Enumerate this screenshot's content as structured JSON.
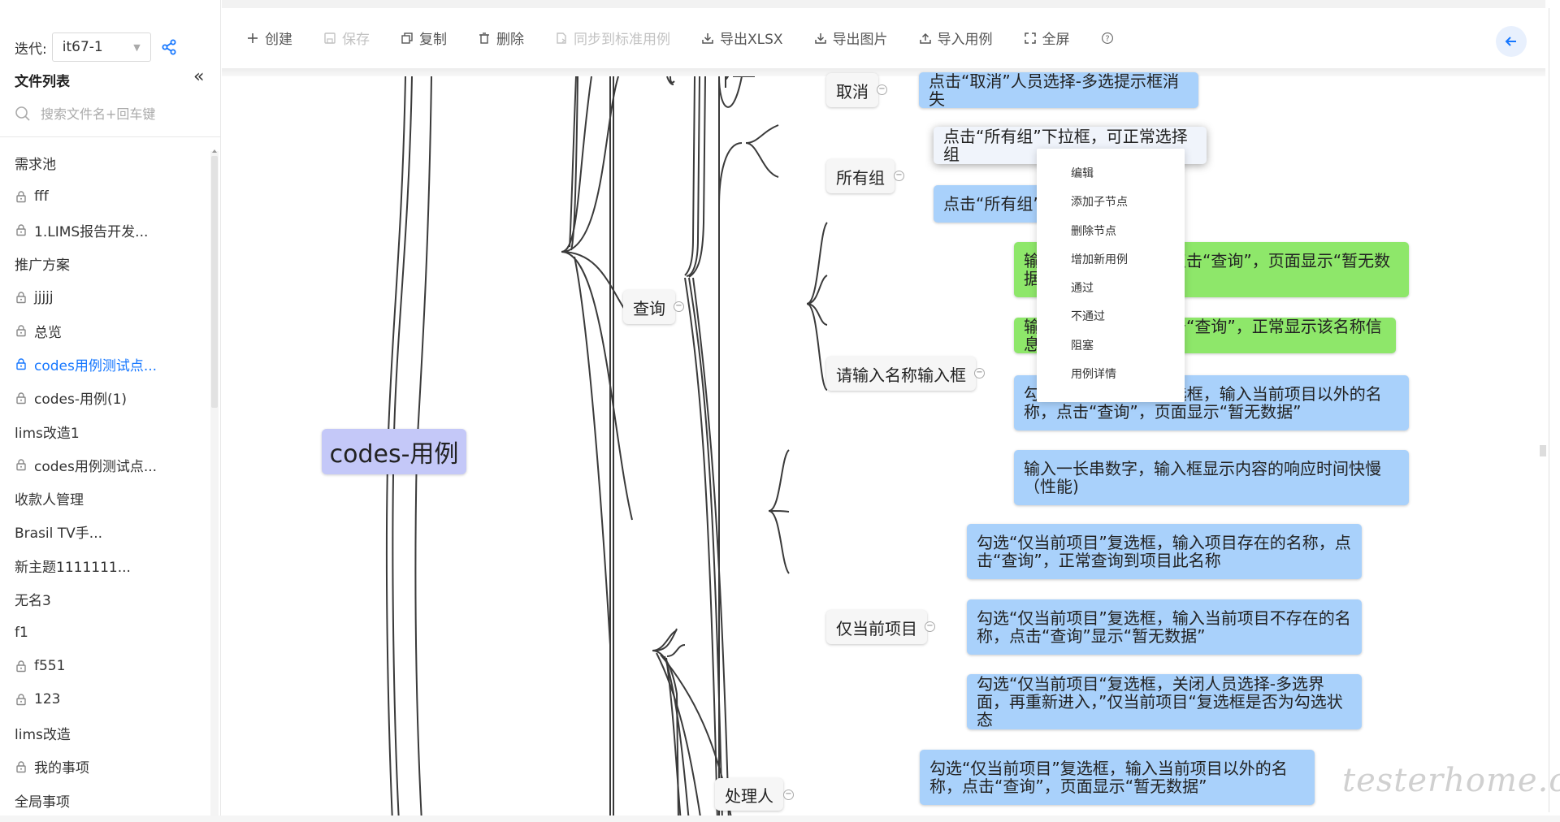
{
  "sidebar": {
    "iteration_label": "迭代:",
    "iteration_value": "it67-1",
    "file_list_title": "文件列表",
    "search_placeholder": "搜索文件名+回车键",
    "files": [
      {
        "name": "需求池",
        "locked": false,
        "active": false
      },
      {
        "name": "fff",
        "locked": true,
        "active": false
      },
      {
        "name": "1.LIMS报告开发...",
        "locked": true,
        "active": false
      },
      {
        "name": "推广方案",
        "locked": false,
        "active": false
      },
      {
        "name": "jjjjj",
        "locked": true,
        "active": false
      },
      {
        "name": "总览",
        "locked": true,
        "active": false
      },
      {
        "name": "codes用例测试点...",
        "locked": true,
        "active": true
      },
      {
        "name": "codes-用例(1)",
        "locked": true,
        "active": false
      },
      {
        "name": "lims改造1",
        "locked": false,
        "active": false
      },
      {
        "name": "codes用例测试点...",
        "locked": true,
        "active": false
      },
      {
        "name": "收款人管理",
        "locked": false,
        "active": false
      },
      {
        "name": "Brasil TV手...",
        "locked": false,
        "active": false
      },
      {
        "name": "新主题1111111...",
        "locked": false,
        "active": false
      },
      {
        "name": "无名3",
        "locked": false,
        "active": false
      },
      {
        "name": "f1",
        "locked": false,
        "active": false
      },
      {
        "name": "f551",
        "locked": true,
        "active": false
      },
      {
        "name": "123",
        "locked": true,
        "active": false
      },
      {
        "name": "lims改造",
        "locked": false,
        "active": false
      },
      {
        "name": "我的事项",
        "locked": true,
        "active": false
      },
      {
        "name": "全局事项",
        "locked": false,
        "active": false
      }
    ]
  },
  "toolbar": {
    "items": [
      {
        "label": "创建",
        "icon": "plus-icon",
        "enabled": true
      },
      {
        "label": "保存",
        "icon": "save-icon",
        "enabled": false
      },
      {
        "label": "复制",
        "icon": "copy-icon",
        "enabled": true
      },
      {
        "label": "删除",
        "icon": "trash-icon",
        "enabled": true
      },
      {
        "label": "同步到标准用例",
        "icon": "sync-icon",
        "enabled": false
      },
      {
        "label": "导出XLSX",
        "icon": "download-icon",
        "enabled": true
      },
      {
        "label": "导出图片",
        "icon": "download-icon",
        "enabled": true
      },
      {
        "label": "导入用例",
        "icon": "upload-icon",
        "enabled": true
      },
      {
        "label": "全屏",
        "icon": "fullscreen-icon",
        "enabled": true
      }
    ]
  },
  "mindmap": {
    "root": "codes-用例",
    "topic_query": "查询",
    "topic_handler": "处理人",
    "sub_cancel": "取消",
    "sub_all_groups": "所有组",
    "sub_name_input": "请输入名称输入框",
    "sub_current_project": "仅当前项目",
    "case_cancel": "点击“取消”人员选择-多选提示框消失",
    "case_group_1": "点击“所有组”下拉框，可正常选择组",
    "case_group_2": "点击“所有组”",
    "case_name_1": "输入不存在的名称，点击“查询”，页面显示“暂无数据”",
    "case_name_2": "输入存在的名称，点击“查询”，正常显示该名称信息",
    "case_name_3": "勾选“仅当前项目”复选框，输入当前项目以外的名称，点击“查询”，页面显示“暂无数据”",
    "case_name_4": "输入一长串数字，输入框显示内容的响应时间快慢（性能)",
    "case_proj_1": "勾选“仅当前项目”复选框，输入项目存在的名称，点击“查询”，正常查询到项目此名称",
    "case_proj_2": "勾选“仅当前项目”复选框，输入当前项目不存在的名称，点击“查询”显示“暂无数据”",
    "case_proj_3": "勾选“仅当前项目“复选框，关闭人员选择-多选界面，再重新进入，”仅当前项目“复选框是否为勾选状态",
    "case_handler_1": "勾选“仅当前项目”复选框，输入当前项目以外的名称，点击“查询”，页面显示“暂无数据”"
  },
  "context_menu": {
    "items": [
      "编辑",
      "添加子节点",
      "删除节点",
      "增加新用例",
      "通过",
      "不通过",
      "阻塞",
      "用例详情"
    ]
  },
  "colors": {
    "accent": "#1677ff",
    "root_node": "#c4c8f8",
    "case_blue": "#a9d1fb",
    "case_green": "#8ee76a"
  },
  "watermark": "testerhome.com"
}
